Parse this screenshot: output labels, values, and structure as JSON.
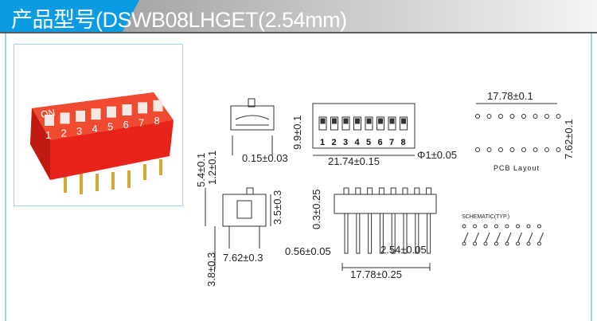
{
  "header": {
    "title": "产品型号(DSWB08LHGET(2.54mm)"
  },
  "photo": {
    "on_label": "ON",
    "switch_numbers": [
      "1",
      "2",
      "3",
      "4",
      "5",
      "6",
      "7",
      "8"
    ]
  },
  "dimensions": {
    "side_height": "9.9±0.1",
    "side_gap": "0.15±0.03",
    "body_length": "21.74±0.15",
    "hole_diameter": "Φ1±0.05",
    "pcb_span": "17.78±0.1",
    "pcb_row_spacing": "7.62±0.1",
    "pcb_label": "PCB Layout",
    "total_height": "5.4±0.1",
    "actuator_height": "1.2±0.1",
    "body_height": "3.5±0.3",
    "standoff": "0.3±0.25",
    "pin_length": "3.8±0.3",
    "row_spacing": "7.62±0.3",
    "pin_width": "0.56±0.05",
    "pin_pitch": "2.54±0.05",
    "pin_span": "17.78±0.25",
    "schematic_label": "SCHEMATIC(TYP.)"
  }
}
